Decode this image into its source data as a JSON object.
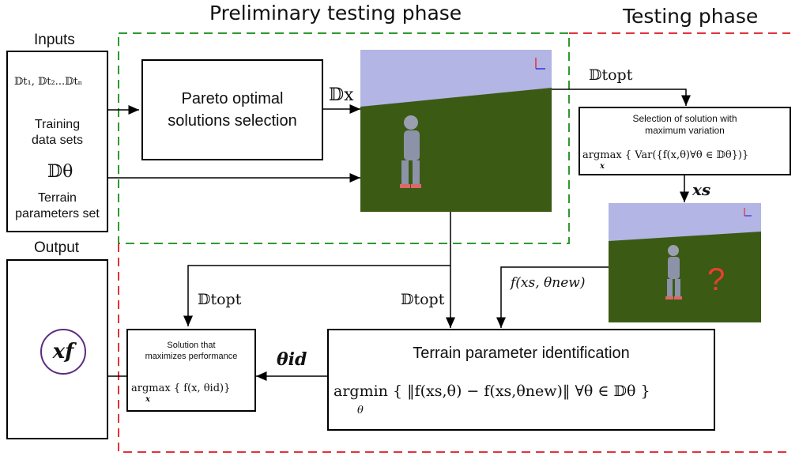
{
  "titles": {
    "preliminary": "Preliminary testing phase",
    "testing": "Testing phase"
  },
  "inputs": {
    "heading": "Inputs",
    "datasets_math": "𝔻t₁, 𝔻t₂...𝔻tₙ",
    "datasets_label_1": "Training",
    "datasets_label_2": "data sets",
    "theta_math": "𝔻θ",
    "terrain_label_1": "Terrain",
    "terrain_label_2": "parameters set"
  },
  "output": {
    "heading": "Output",
    "result_math": "xf"
  },
  "pareto": {
    "line1": "Pareto optimal",
    "line2": "solutions selection",
    "out_math": "𝔻x"
  },
  "selection": {
    "line1": "Selection of solution with",
    "line2": "maximum variation",
    "formula": "argmax { Var({f(x,θ)∀θ ∈ 𝔻θ})}",
    "sub": "x",
    "in_math": "𝔻topt",
    "out_math": "xs"
  },
  "identification": {
    "title": "Terrain parameter identification",
    "formula": "argmin { ‖f(xs,θ) − f(xs,θnew)‖ ∀θ ∈ 𝔻θ }",
    "sub": "θ",
    "in_math_left": "𝔻topt",
    "in_math_right": "f(xs, θnew)",
    "out_math": "θid"
  },
  "maximize": {
    "line1": "Solution that",
    "line2": "maximizes performance",
    "formula": "argmax { f(x, θid)}",
    "sub": "x",
    "in_math": "𝔻topt"
  },
  "question_mark": "?",
  "colors": {
    "green_dash": "#2e9a2e",
    "red_dash": "#e0333a",
    "sky": "#b3b5e4",
    "ground": "#3b5a14",
    "circle": "#5b2c83",
    "question": "#e84030"
  }
}
